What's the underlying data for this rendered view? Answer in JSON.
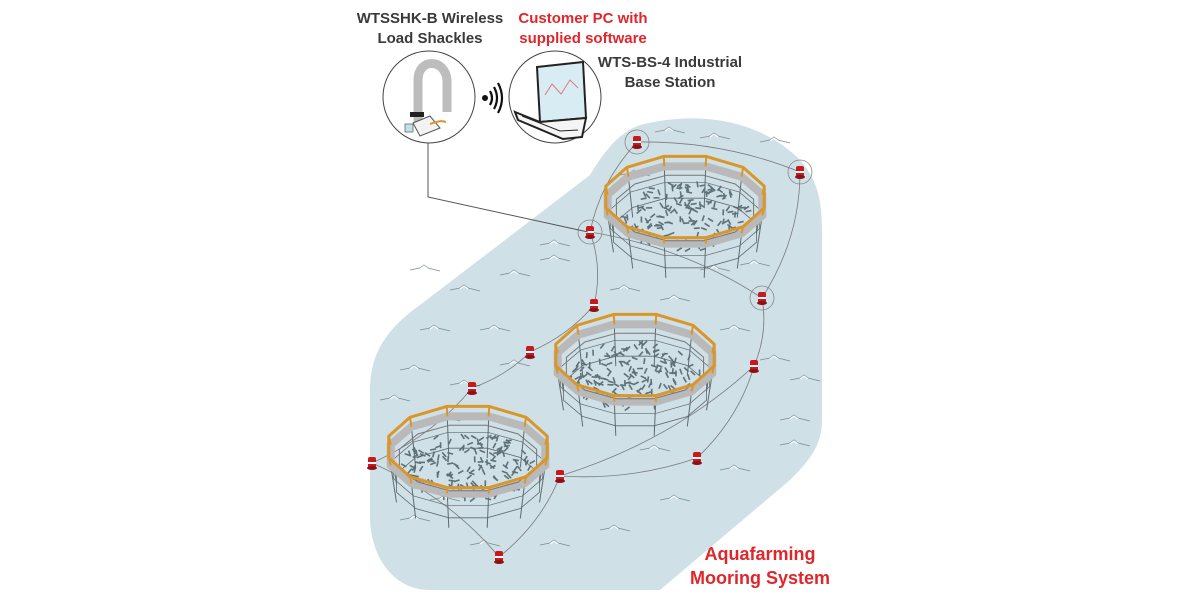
{
  "labels": {
    "shackles": [
      "WTSSHK-B Wireless",
      "Load Shackles"
    ],
    "customer_pc": [
      "Customer PC with",
      "supplied software"
    ],
    "base_station": [
      "WTS-BS-4 Industrial",
      "Base Station"
    ],
    "system": [
      "Aquafarming",
      "Mooring System"
    ]
  },
  "colors": {
    "water": "#cfe0e7",
    "label_dark": "#3a3a3a",
    "label_accent": "#e0262b",
    "cage_rail": "#d9962a",
    "cage_walkway": "#b9b9b9",
    "net": "#5f6a6e",
    "fish": "#5d7178",
    "buoy": "#c8191f",
    "line": "#7a7a7a"
  },
  "icons": {
    "shackle": "wireless-load-shackle-icon",
    "wireless": "wireless-signal-icon",
    "laptop": "laptop-icon",
    "buoy": "mooring-buoy-icon",
    "cage": "fish-cage-icon"
  },
  "cages": [
    {
      "name": "cage-top"
    },
    {
      "name": "cage-middle"
    },
    {
      "name": "cage-bottom"
    }
  ]
}
